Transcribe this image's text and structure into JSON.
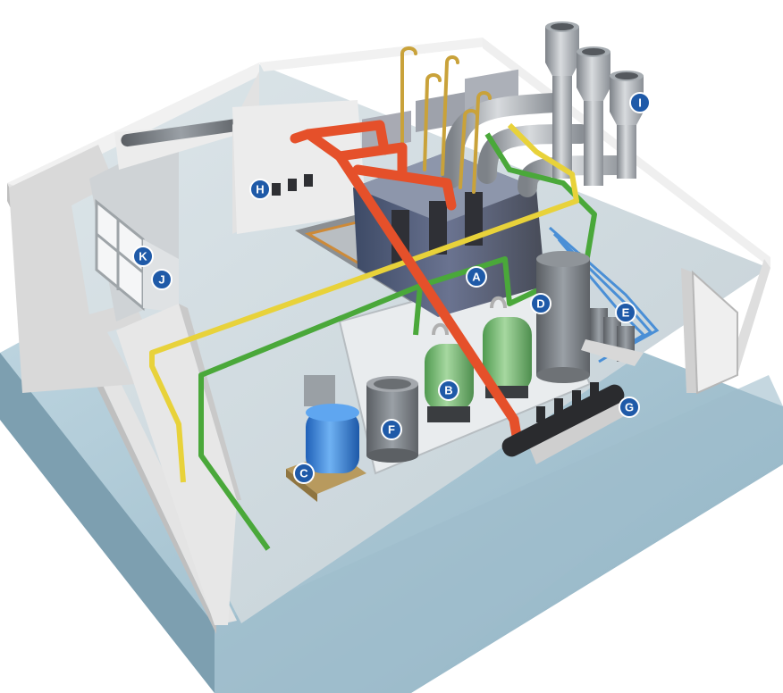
{
  "callouts": {
    "a": {
      "letter": "A",
      "meaning": "boiler"
    },
    "b": {
      "letter": "B",
      "meaning": "water-softener"
    },
    "c": {
      "letter": "C",
      "meaning": "chemical-feed-tank"
    },
    "d": {
      "letter": "D",
      "meaning": "deaerator-tank"
    },
    "e": {
      "letter": "E",
      "meaning": "pumps"
    },
    "f": {
      "letter": "F",
      "meaning": "blowdown-tank"
    },
    "g": {
      "letter": "G",
      "meaning": "steam-header"
    },
    "h": {
      "letter": "H",
      "meaning": "control-panels"
    },
    "i": {
      "letter": "I",
      "meaning": "exhaust-stacks"
    },
    "j": {
      "letter": "J",
      "meaning": "louvers"
    },
    "k": {
      "letter": "K",
      "meaning": "combustion-air-opening"
    }
  },
  "colors": {
    "callout_badge": "#1f5aa8",
    "steam_pipe": "#e5502a",
    "gas_pipe_yellow": "#e8d23a",
    "water_pipe_green": "#4aa83a",
    "blue_pipe": "#4a8fd6",
    "blue_tank": "#2f7fd8",
    "green_softener": "#6bb36b",
    "floor_base": "#aac8d6",
    "walls": "#dcdcdc"
  }
}
